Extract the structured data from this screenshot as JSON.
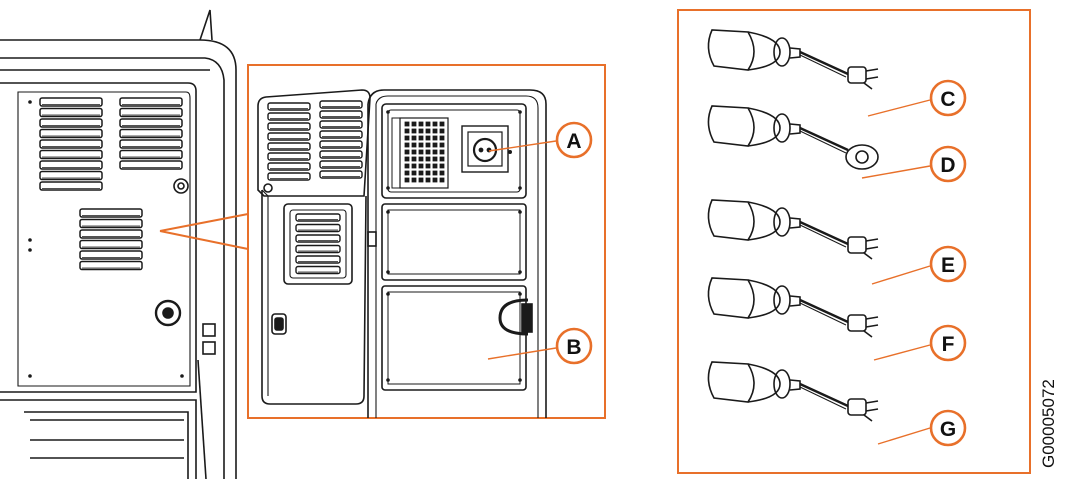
{
  "callouts": [
    {
      "id": "A",
      "label": "A"
    },
    {
      "id": "B",
      "label": "B"
    },
    {
      "id": "C",
      "label": "C"
    },
    {
      "id": "D",
      "label": "D"
    },
    {
      "id": "E",
      "label": "E"
    },
    {
      "id": "F",
      "label": "F"
    },
    {
      "id": "G",
      "label": "G"
    }
  ],
  "figure_code": "G00005072",
  "colors": {
    "accent_orange": "#E8702A",
    "line": "#1a1a1a",
    "background": "#ffffff"
  },
  "icons": {
    "callout_marker": "circle-letter-icon",
    "connector": "leader-line",
    "cable": "power-adapter-cable-icon"
  }
}
